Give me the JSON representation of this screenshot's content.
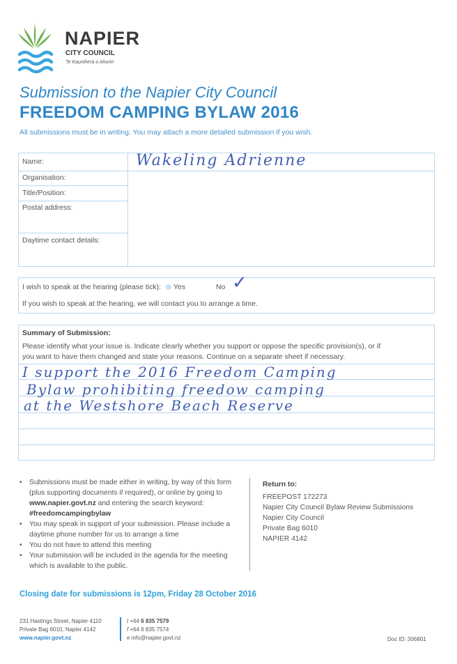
{
  "logo": {
    "name": "NAPIER",
    "council": "CITY COUNCIL",
    "maori": "Te Kaunihera o Ahuriri"
  },
  "title": {
    "line1": "Submission to the Napier City Council",
    "line2": "FREEDOM CAMPING BYLAW 2016",
    "subtitle": "All submissions must be in writing. You may attach a more detailed submission if you wish."
  },
  "details": {
    "name_label": "Name:",
    "name_value": "Wakeling Adrienne",
    "organisation_label": "Organisation:",
    "title_label": "Title/Position:",
    "postal_label": "Postal address:",
    "daytime_label": "Daytime contact details:"
  },
  "hearing": {
    "question": "I wish to speak at the hearing (please tick):",
    "yes_label": "Yes",
    "no_label": "No",
    "tick": "✓",
    "note": "If you wish to speak at the hearing, we will contact you to arrange a time."
  },
  "summary": {
    "heading": "Summary of Submission:",
    "instructions_line1": "Please identify what your issue is. Indicate clearly whether you support or oppose the specific provision(s), or if",
    "instructions_line2": "you want to have them changed and state your reasons. Continue on a separate sheet if necessary.",
    "hand_line1": "I support the 2016 Freedom Camping",
    "hand_line2": "Bylaw prohibiting freedow camping",
    "hand_line3": "at the Westshore Beach Reserve"
  },
  "bullets": {
    "b1_part1": "Submissions must be made either in writing, by way of this form (plus supporting documents if required), or online by going to ",
    "b1_link": "www.napier.govt.nz",
    "b1_part2": " and entering the search keyword: ",
    "b1_keyword": "#freedomcampingbylaw",
    "b2": "You may speak in support of your submission. Please include a daytime phone number for us to arrange a time",
    "b3": "You do not have to attend this meeting",
    "b4": "Your submission will be included in the agenda for the meeting which is available to the public."
  },
  "return_to": {
    "heading": "Return to:",
    "line1": "FREEPOST 172273",
    "line2": "Napier City Council Bylaw Review Submissions",
    "line3": "Napier City Council",
    "line4": "Private Bag 6010",
    "line5": "NAPIER 4142"
  },
  "closing": "Closing date for submissions is 12pm, Friday 28 October 2016",
  "footer": {
    "address1": "231 Hastings Street, Napier 4110",
    "address2": "Private Bag 6010, Napier 4142",
    "website": "www.napier.govt.nz",
    "t_prefix": "t",
    "t_code": "+64",
    "t_number": "6 835 7579",
    "f_prefix": "f",
    "f_number": "+64 6 835 7574",
    "e_prefix": "e",
    "email": "info@napier.govt.nz",
    "doc_id": "Doc ID: 306801"
  },
  "colors": {
    "brand_blue": "#2f86c6",
    "logo_green": "#6ab04c",
    "logo_blue": "#3aa6dd",
    "ink": "#3f5fb0"
  }
}
